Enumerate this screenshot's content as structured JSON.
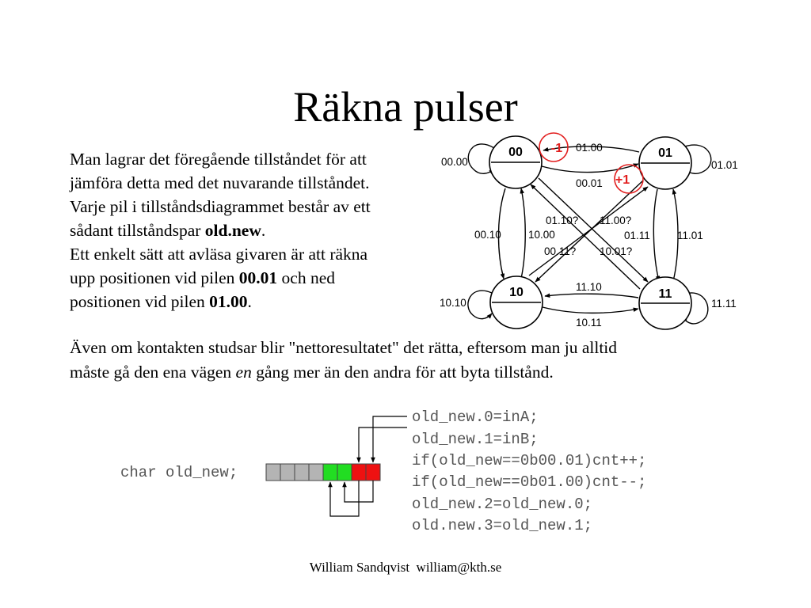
{
  "title": "Räkna pulser",
  "paragraph1": {
    "line1": "Man lagrar det föregående tillståndet för att",
    "line2": "jämföra detta med det nuvarande tillståndet.",
    "line3": "Varje pil i tillståndsdiagrammet består av ett",
    "line4_pre": "sådant tillståndspar ",
    "line4_bold": "old.new",
    "line4_post": ".",
    "line5": "Ett enkelt sätt att avläsa givaren är att räkna",
    "line6_pre": "upp positionen vid pilen ",
    "line6_bold": "00.01",
    "line6_post": " och ned",
    "line7_pre": "positionen vid pilen ",
    "line7_bold": "01.00",
    "line7_post": "."
  },
  "paragraph2": {
    "line1": "Även om kontakten studsar blir \"nettoresultatet\" det rätta, eftersom man ju alltid",
    "line2_pre": "måste gå den ena vägen ",
    "line2_em": "en",
    "line2_post": " gång mer än den andra för att byta tillstånd."
  },
  "state_diagram": {
    "states": [
      "00",
      "01",
      "10",
      "11"
    ],
    "transitions": {
      "t_00_00": "00.00",
      "t_01_00": "01.00",
      "t_00_01": "00.01",
      "t_01_01": "01.01",
      "t_00_10": "00.10",
      "t_10_00": "10.00",
      "t_01_11": "01.11",
      "t_11_01": "11.01",
      "t_01_10": "01.10?",
      "t_11_00": "11.00?",
      "t_00_11": "00.11?",
      "t_10_01": "10.01?",
      "t_11_10": "11.10",
      "t_10_11": "10.11",
      "t_10_10": "10.10",
      "t_11_11": "11.11"
    },
    "markers": {
      "down": "-1",
      "up": "+1"
    },
    "marker_color": "#e21f1f"
  },
  "code_figure": {
    "declaration": "char old_new;",
    "bits": [
      "gray",
      "gray",
      "gray",
      "gray",
      "green",
      "green",
      "red",
      "red"
    ],
    "colors": {
      "gray": "#b4b4b4",
      "green": "#22dd22",
      "red": "#ee1111"
    },
    "lines": [
      "old_new.0=inA;",
      "old_new.1=inB;",
      "if(old_new==0b00.01)cnt++;",
      "if(old_new==0b01.00)cnt--;",
      "old_new.2=old_new.0;",
      "old.new.3=old_new.1;"
    ]
  },
  "footer": "William Sandqvist  william@kth.se"
}
